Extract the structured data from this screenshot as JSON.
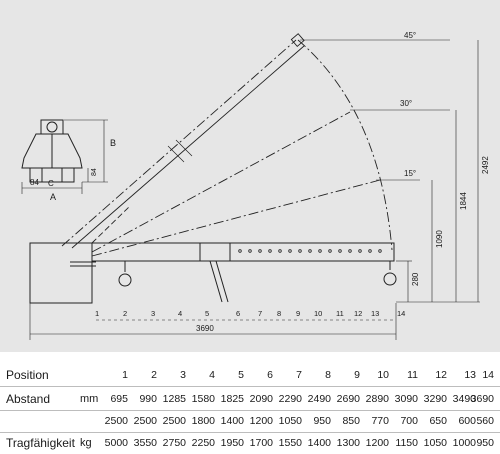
{
  "drawing": {
    "angles": [
      "45°",
      "30°",
      "15°"
    ],
    "heights": [
      "2492",
      "1844",
      "1090",
      "280"
    ],
    "length": "3690",
    "detail": {
      "b": "B",
      "a": "A",
      "c": "C",
      "d1": "84",
      "d2": "84"
    },
    "positions": [
      "1",
      "2",
      "3",
      "4",
      "5",
      "6",
      "7",
      "8",
      "9",
      "10",
      "11",
      "12",
      "13",
      "14"
    ]
  },
  "table": {
    "position_label": "Position",
    "positions": [
      "1",
      "2",
      "3",
      "4",
      "5",
      "6",
      "7",
      "8",
      "9",
      "10",
      "11",
      "12",
      "13",
      "14"
    ],
    "abstand_label": "Abstand",
    "abstand_unit": "mm",
    "abstand_values": [
      "695",
      "990",
      "1285",
      "1580",
      "1825",
      "2090",
      "2290",
      "2490",
      "2690",
      "2890",
      "3090",
      "3290",
      "3490",
      "3690"
    ],
    "abstand2_values": [
      "2500",
      "2500",
      "2500",
      "1800",
      "1400",
      "1200",
      "1050",
      "950",
      "850",
      "770",
      "700",
      "650",
      "600",
      "560"
    ],
    "trag_label": "Tragfähigkeit",
    "trag_unit": "kg",
    "trag_values": [
      "5000",
      "3550",
      "2750",
      "2250",
      "1950",
      "1700",
      "1550",
      "1400",
      "1300",
      "1200",
      "1150",
      "1050",
      "1000",
      "950"
    ]
  }
}
